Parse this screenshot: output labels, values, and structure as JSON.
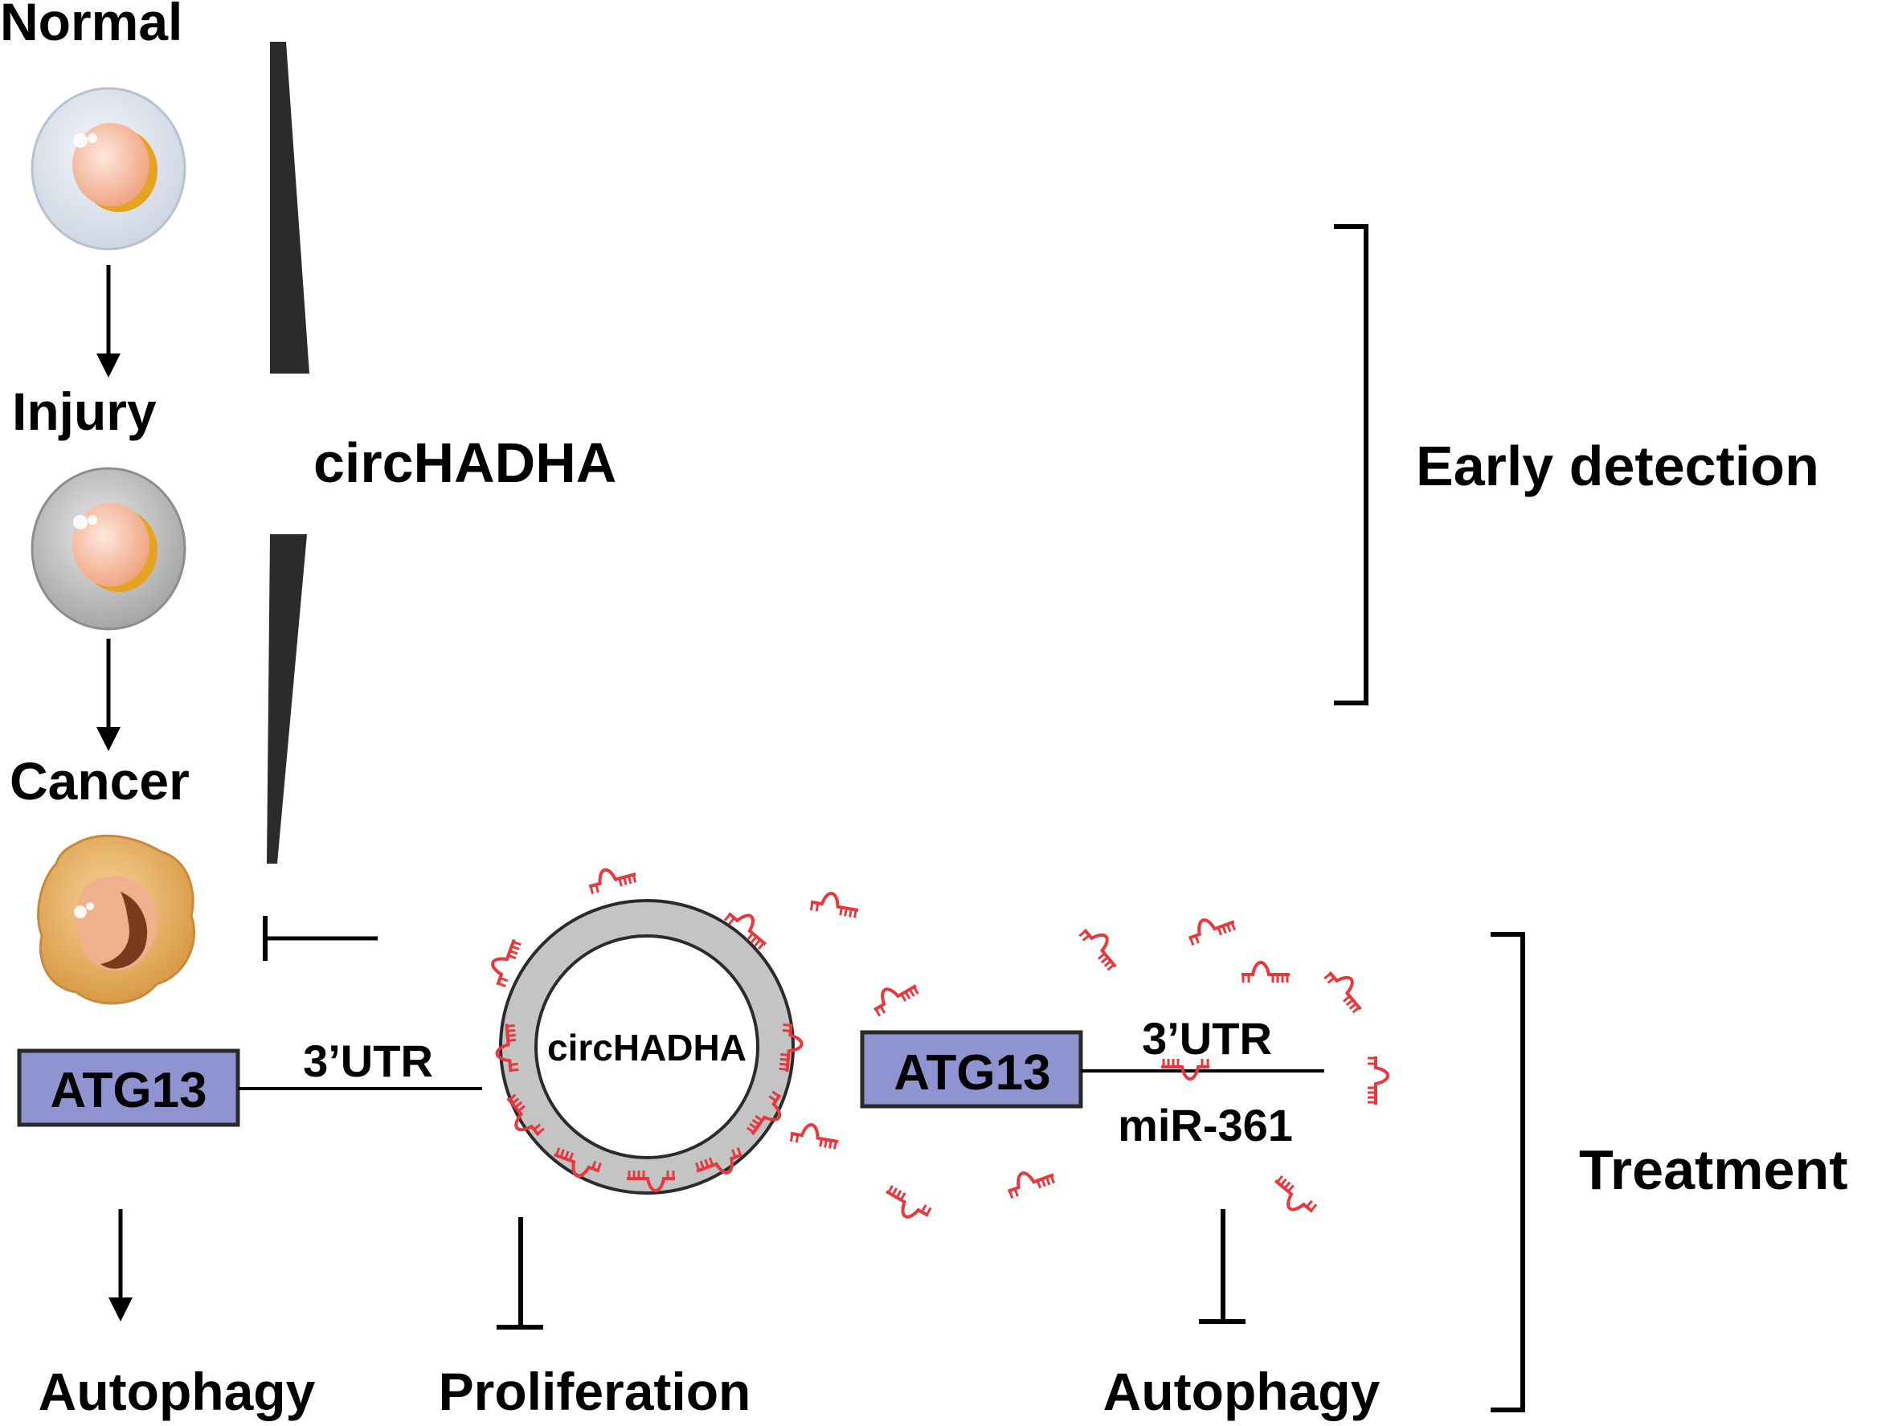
{
  "stages": {
    "normal": "Normal",
    "injury": "Injury",
    "cancer": "Cancer"
  },
  "circ_label": "circHADHA",
  "ring_label": "circHADHA",
  "early_detection": "Early detection",
  "treatment": "Treatment",
  "left_pathway": {
    "gene": "ATG13",
    "utr": "3’UTR",
    "outcome": "Autophagy"
  },
  "middle_outcome": "Proliferation",
  "right_pathway": {
    "gene": "ATG13",
    "utr": "3’UTR",
    "mirna": "miR-361",
    "outcome": "Autophagy"
  },
  "colors": {
    "gene_box": "#8F93CF",
    "mirna": "#E8383D",
    "ring": "#C4C4C4",
    "cancer_cell": "#E7B165"
  },
  "icons": [
    "normal-cell-icon",
    "injured-cell-icon",
    "cancer-cell-icon",
    "mirna-icon"
  ]
}
